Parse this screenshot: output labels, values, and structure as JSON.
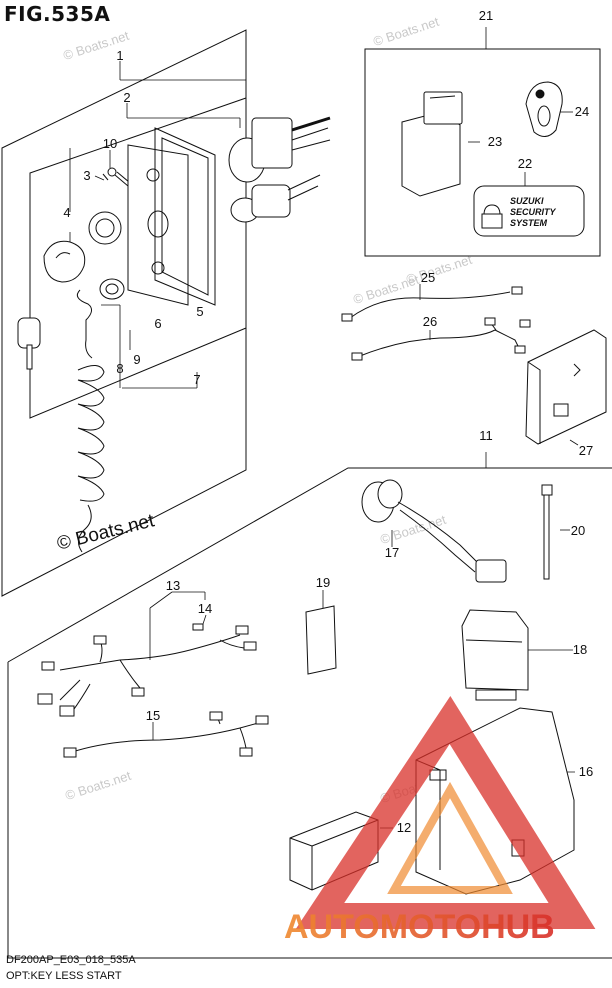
{
  "figure": {
    "title": "FIG.535A",
    "code": "DF200AP_E03_018_535A",
    "caption": "OPT:KEY LESS START"
  },
  "watermark": {
    "text": "© Boats.net",
    "brand": "AUTOMOTOHUB",
    "brand_color_1": "#ef8a30",
    "brand_color_2": "#d8302a"
  },
  "security_label": {
    "line1": "SUZUKI",
    "line2": "SECURITY",
    "line3": "SYSTEM"
  },
  "callouts": [
    "1",
    "2",
    "3",
    "4",
    "5",
    "6",
    "7",
    "8",
    "9",
    "10",
    "11",
    "12",
    "13",
    "14",
    "15",
    "16",
    "17",
    "18",
    "19",
    "20",
    "21",
    "22",
    "23",
    "24",
    "25",
    "26",
    "27"
  ]
}
